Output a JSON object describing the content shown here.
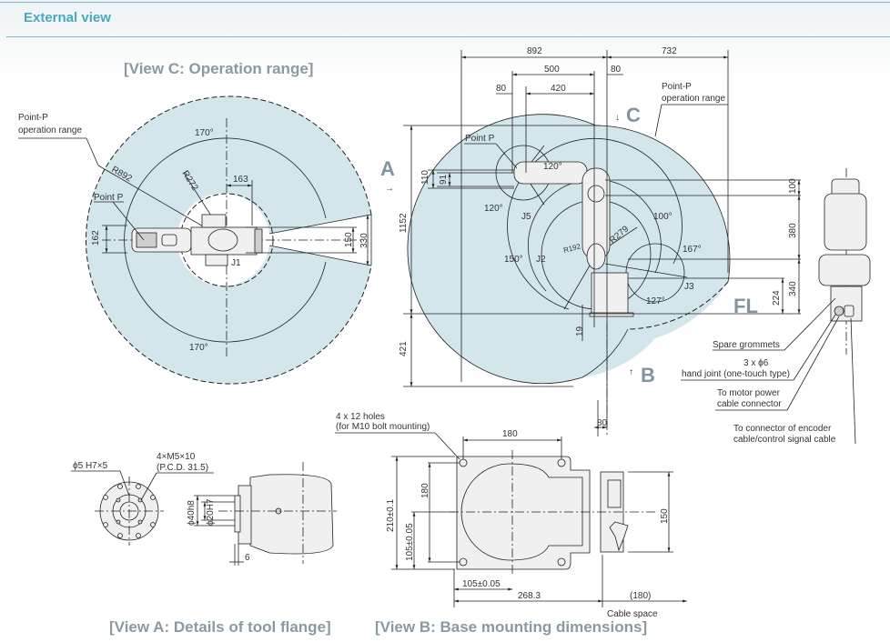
{
  "header": {
    "title": "External view"
  },
  "view_titles": {
    "view_c": "[View C: Operation range]",
    "view_a": "[View A: Details of tool flange]",
    "view_b": "[View B: Base mounting dimensions]"
  },
  "view_c": {
    "point_p_range_label_1": "Point-P",
    "point_p_range_label_2": "operation range",
    "point_p": "Point P",
    "angle_top": "170°",
    "angle_bottom": "170°",
    "r_outer": "R892",
    "r_inner": "R272",
    "dim_163": "163",
    "dim_162": "162",
    "dim_150": "150",
    "dim_330": "330",
    "joint_j1": "J1"
  },
  "side_view": {
    "dim_892": "892",
    "dim_732": "732",
    "dim_500": "500",
    "dim_80_top": "80",
    "dim_80_left": "80",
    "dim_420": "420",
    "point_p_range_label_1": "Point-P",
    "point_p_range_label_2": "operation range",
    "point_p": "Point P",
    "arrow_c": "C",
    "arrow_a": "A",
    "arrow_b": "B",
    "floor_label": "FL",
    "dim_110": "110",
    "dim_91": "91",
    "dim_1152": "1152",
    "dim_421": "421",
    "dim_19": "19",
    "dim_80_bottom": "80",
    "angle_j5_top": "120°",
    "angle_j5_bottom": "120°",
    "joint_j5": "J5",
    "angle_j2": "150°",
    "joint_j2": "J2",
    "r_192": "R192",
    "r_279": "R279",
    "angle_100": "100°",
    "angle_167": "167°",
    "joint_j3": "J3",
    "angle_127": "127°",
    "dim_100": "100",
    "dim_380": "380",
    "dim_340": "340",
    "dim_224": "224"
  },
  "callouts": {
    "spare_grommets": "Spare grommets",
    "hand_joint_1": "3 x ϕ6",
    "hand_joint_2": "hand joint (one-touch type)",
    "motor_power_1": "To motor power",
    "motor_power_2": "cable connector",
    "encoder_1": "To connector of encoder",
    "encoder_2": "cable/control signal cable"
  },
  "view_a": {
    "pin_hole": "ϕ5 H7×5",
    "tap_holes_1": "4×M5×10",
    "tap_holes_2": "(P.C.D. 31.5)",
    "dia_40": "ϕ40h8",
    "dia_20": "ϕ20H7",
    "dim_6": "6"
  },
  "view_b": {
    "holes_1": "4 x 12 holes",
    "holes_2": "(for M10 bolt mounting)",
    "dim_180_top": "180",
    "dim_180_left": "180",
    "dim_210": "210±0.1",
    "dim_105_v": "105±0.05",
    "dim_105_h": "105±0.05",
    "dim_268": "268.3",
    "dim_150": "150",
    "dim_180_cable": "(180)",
    "cable_space": "Cable space"
  },
  "colors": {
    "accent": "#4aa9bd",
    "rule": "#7bbcc9",
    "range_fill": "#d3e6ec",
    "view_title": "#8a9aa3"
  }
}
